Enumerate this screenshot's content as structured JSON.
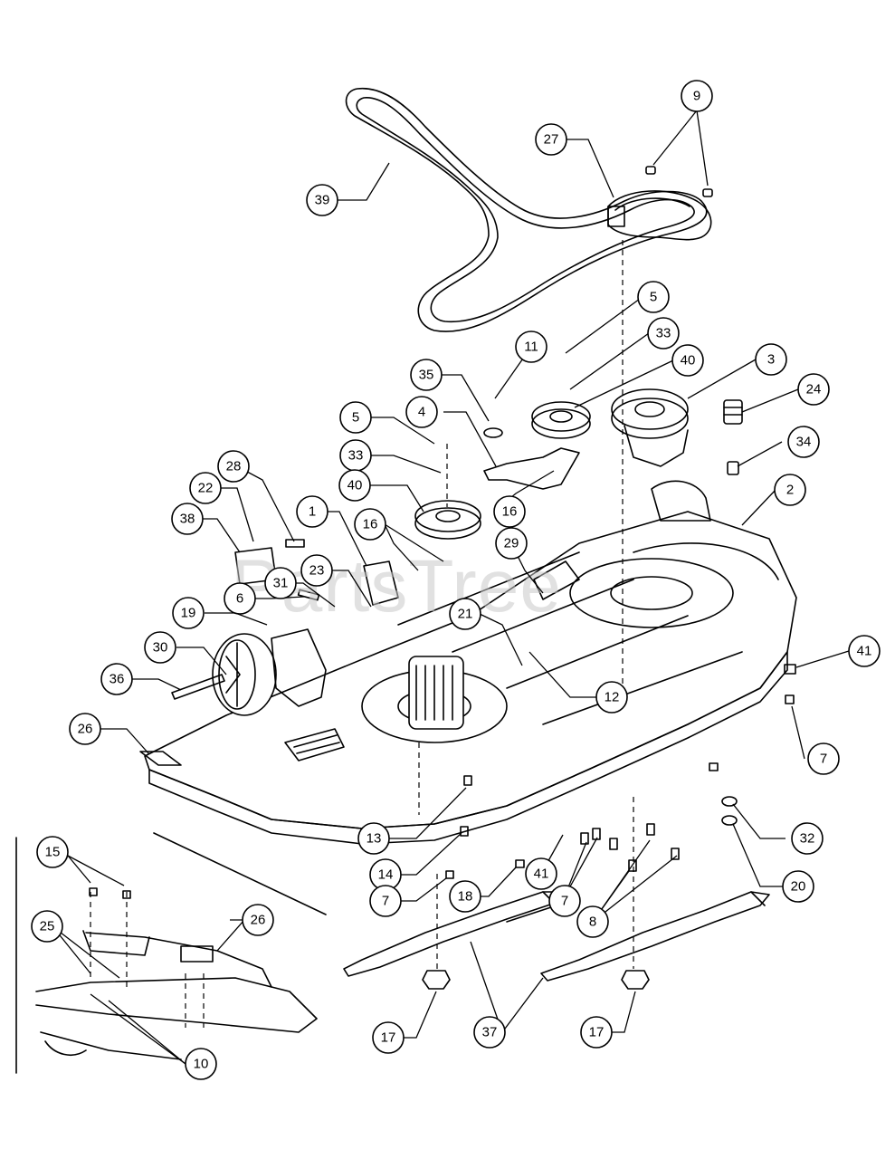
{
  "watermark": "PartsTree",
  "callouts": [
    {
      "id": "c39",
      "label": "39"
    },
    {
      "id": "c27",
      "label": "27"
    },
    {
      "id": "c9",
      "label": "9"
    },
    {
      "id": "c5a",
      "label": "5"
    },
    {
      "id": "c33a",
      "label": "33"
    },
    {
      "id": "c11",
      "label": "11"
    },
    {
      "id": "c35",
      "label": "35"
    },
    {
      "id": "c40a",
      "label": "40"
    },
    {
      "id": "c3",
      "label": "3"
    },
    {
      "id": "c24",
      "label": "24"
    },
    {
      "id": "c4",
      "label": "4"
    },
    {
      "id": "c5b",
      "label": "5"
    },
    {
      "id": "c34",
      "label": "34"
    },
    {
      "id": "c28",
      "label": "28"
    },
    {
      "id": "c33b",
      "label": "33"
    },
    {
      "id": "c22",
      "label": "22"
    },
    {
      "id": "c40b",
      "label": "40"
    },
    {
      "id": "c16a",
      "label": "16"
    },
    {
      "id": "c2",
      "label": "2"
    },
    {
      "id": "c1",
      "label": "1"
    },
    {
      "id": "c38",
      "label": "38"
    },
    {
      "id": "c16b",
      "label": "16"
    },
    {
      "id": "c29",
      "label": "29"
    },
    {
      "id": "c23",
      "label": "23"
    },
    {
      "id": "c31",
      "label": "31"
    },
    {
      "id": "c6",
      "label": "6"
    },
    {
      "id": "c21",
      "label": "21"
    },
    {
      "id": "c19",
      "label": "19"
    },
    {
      "id": "c30",
      "label": "30"
    },
    {
      "id": "c12",
      "label": "12"
    },
    {
      "id": "c41a",
      "label": "41"
    },
    {
      "id": "c36",
      "label": "36"
    },
    {
      "id": "c26a",
      "label": "26"
    },
    {
      "id": "c7a",
      "label": "7"
    },
    {
      "id": "c13",
      "label": "13"
    },
    {
      "id": "c32",
      "label": "32"
    },
    {
      "id": "c15",
      "label": "15"
    },
    {
      "id": "c14",
      "label": "14"
    },
    {
      "id": "c41b",
      "label": "41"
    },
    {
      "id": "c20",
      "label": "20"
    },
    {
      "id": "c7b",
      "label": "7"
    },
    {
      "id": "c18",
      "label": "18"
    },
    {
      "id": "c7c",
      "label": "7"
    },
    {
      "id": "c25",
      "label": "25"
    },
    {
      "id": "c26b",
      "label": "26"
    },
    {
      "id": "c8",
      "label": "8"
    },
    {
      "id": "c17a",
      "label": "17"
    },
    {
      "id": "c37",
      "label": "37"
    },
    {
      "id": "c17b",
      "label": "17"
    },
    {
      "id": "c10",
      "label": "10"
    }
  ]
}
